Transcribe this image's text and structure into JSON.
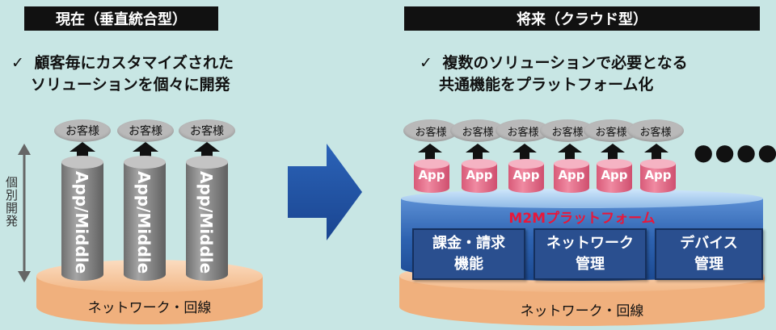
{
  "left": {
    "title": "現在（垂直統合型）",
    "check_mark": "✓",
    "description_line1": "顧客毎にカスタマイズされた",
    "description_line2": "ソリューションを個々に開発",
    "customers": [
      "お客様",
      "お客様",
      "お客様"
    ],
    "stacks": [
      "App/Middle",
      "App/Middle",
      "App/Middle"
    ],
    "side_label": "個別開発",
    "base_label": "ネットワーク・回線"
  },
  "right": {
    "title": "将来（クラウド型）",
    "check_mark": "✓",
    "description_line1": "複数のソリューションで必要となる",
    "description_line2": "共通機能をプラットフォーム化",
    "customers": [
      "お客様",
      "お客様",
      "お客様",
      "お客様",
      "お客様",
      "お客様"
    ],
    "apps": [
      "App",
      "App",
      "App",
      "App",
      "App",
      "App"
    ],
    "more_indicator": "●●●●",
    "platform_label": "M2Mプラットフォーム",
    "functions": [
      {
        "line1": "課金・請求",
        "line2": "機能"
      },
      {
        "line1": "ネットワーク",
        "line2": "管理"
      },
      {
        "line1": "デバイス",
        "line2": "管理"
      }
    ],
    "base_label": "ネットワーク・回線"
  },
  "colors": {
    "background": "#c8e6e4",
    "title_box": "#111111",
    "cylinder_gray": "#8a8a8a",
    "app_pink": "#e8748e",
    "platform_blue": "#2a5fae",
    "function_box": "#2a4f8f",
    "platform_label_red": "#e8173a",
    "base_orange": "#f5c49a",
    "transition_arrow": "#1f4f9e"
  }
}
